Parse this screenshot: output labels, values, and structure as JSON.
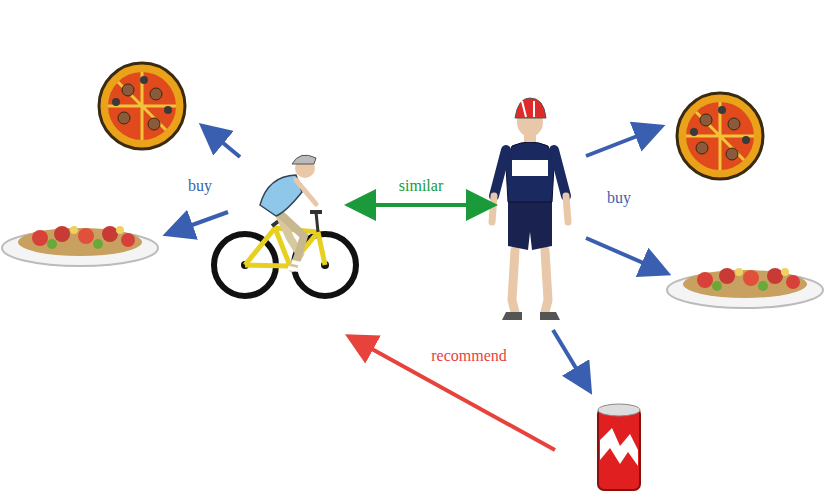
{
  "diagram": {
    "labels": [
      "buy",
      "similar",
      "buy",
      "recommend"
    ]
  }
}
